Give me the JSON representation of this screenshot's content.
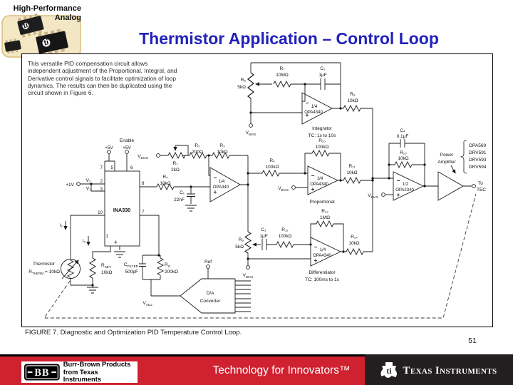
{
  "logo": {
    "line1": "High-Performance",
    "line2": "Analog"
  },
  "title": "Thermistor Application – Control Loop",
  "figure": {
    "description": "This versatile PID compensation circuit allows independent adjustment of the Proportional, Integral, and Derivative control signals to facilitate optimization of loop dynamics. The results can then be duplicated using the circuit shown in Figure 6.",
    "caption": "FIGURE 7. Diagnostic and Optimization PID Temperature Control Loop."
  },
  "page_number": "51",
  "footer": {
    "bb_logo": "BB",
    "bb_line1": "Burr-Brown Products",
    "bb_line2": "from Texas Instruments",
    "tagline": "Technology for Innovators™",
    "ti_name": "Texas Instruments"
  },
  "colors": {
    "accent_blue": "#2121bc",
    "footer_red": "#cf2130",
    "footer_dark": "#231f20"
  },
  "circuit": {
    "ina330": "INA330",
    "pins": {
      "p1": "1",
      "p2": "2",
      "p3": "3",
      "p4": "4",
      "p5": "5",
      "p6": "6",
      "p7_top": "7",
      "p7_bottom": "7",
      "p8": "8",
      "p10": "10"
    },
    "supply_5v": "+5V",
    "enable_5v": "+5V",
    "enable": "Enable",
    "input_1v": "+1V",
    "v2": "V₂",
    "v1": "V₁",
    "i1": "I₁",
    "i2": "I₂",
    "thermistor": "Thermistor",
    "rtherm": {
      "n": "R",
      "sub": "THERM",
      "val": " = 10kΩ"
    },
    "rset": {
      "n": "R",
      "sub": "SET",
      "val": "10kΩ"
    },
    "cfilter": {
      "n": "C",
      "sub": "FILTER",
      "val": "500pF"
    },
    "rg": {
      "n": "R",
      "sub": "G",
      "val": "200kΩ"
    },
    "vadj": {
      "n": "V",
      "sub": "ADJ"
    },
    "vbias": {
      "n": "V",
      "sub": "BIAS"
    },
    "ref": "Ref",
    "dac": {
      "line1": "D/A",
      "line2": "Converter"
    },
    "r1": {
      "name": "R₁",
      "val": "2kΩ"
    },
    "r2": {
      "name": "R₂",
      "val": "200Ω"
    },
    "r3": {
      "name": "R₃",
      "val": "10kΩ"
    },
    "r4": {
      "name": "R₄",
      "val": "10kΩ"
    },
    "r5": {
      "name": "R₅",
      "val": "5kΩ"
    },
    "r6": {
      "name": "R₆",
      "val": "5kΩ"
    },
    "r7": {
      "name": "R₇",
      "val": "10MΩ"
    },
    "r8": {
      "name": "R₈",
      "val": "10kΩ"
    },
    "r9": {
      "name": "R₉",
      "val": "100kΩ"
    },
    "r10": {
      "name": "R₁₀",
      "val": "100kΩ"
    },
    "r11": {
      "name": "R₁₁",
      "val": "10kΩ"
    },
    "r12": {
      "name": "R₁₂",
      "val": "100kΩ"
    },
    "r13": {
      "name": "R₁₃",
      "val": "1MΩ"
    },
    "r14": {
      "name": "R₁₄",
      "val": "10kΩ"
    },
    "r15": {
      "name": "R₁₅",
      "val": "10kΩ"
    },
    "c1": {
      "name": "C₁",
      "val": "22nF"
    },
    "c2": {
      "name": "C₂",
      "val": "1μF"
    },
    "c3": {
      "name": "C₃",
      "val": "1μF"
    },
    "c4": {
      "name": "C₄",
      "val": "0.1μF"
    },
    "error_amp": {
      "frac": "1/4",
      "part": "OPA340"
    },
    "integrator_amp": {
      "frac": "1/4",
      "part": "OPA4340"
    },
    "proportional_amp": {
      "frac": "1/4",
      "part": "OPA4340"
    },
    "differentiator_amp": {
      "frac": "1/4",
      "part": "OPA4340"
    },
    "summing_amp": {
      "frac": "1/2",
      "part": "OPA2340"
    },
    "integrator_label": "Integrator",
    "integrator_tc": "TC: 1s to 10s",
    "proportional_label": "Proportional",
    "differentiator_label": "Differentiator",
    "differentiator_tc": "TC: 100ms to 1s",
    "power_amp": {
      "line1": "Power",
      "line2": "Amplifier"
    },
    "devices": [
      "OPA569",
      "DRV591",
      "DRV593",
      "DRV594"
    ],
    "to_tec": {
      "line1": "To",
      "line2": "TEC"
    },
    "minus": "−",
    "plus": "+"
  }
}
